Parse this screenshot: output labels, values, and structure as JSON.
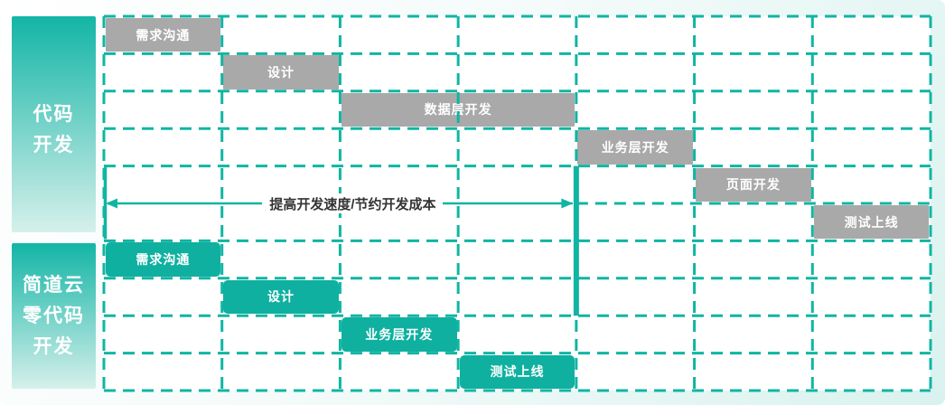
{
  "palette": {
    "grid_teal": "#10b5a3",
    "bar_teal": "#0fb0a0",
    "bar_gray": "#a9a9a9",
    "label_gradient_start": "#13b5a6",
    "label_gradient_end": "#d6f0eb",
    "annotation_text_color": "#333333",
    "background_start": "#ffffff",
    "background_end": "#d9f2ef"
  },
  "chart_data": {
    "type": "gantt",
    "time_axis": {
      "columns": 7,
      "tick_labels_visible": false
    },
    "grid": {
      "style": "dashed",
      "grid_on": true
    },
    "sections": [
      {
        "name": "代码开发",
        "label_lines": [
          "代码",
          "开发"
        ],
        "bar_style": "gray",
        "rows": 6,
        "tasks": [
          {
            "label": "需求沟通",
            "start": 0,
            "duration": 1,
            "row": 0
          },
          {
            "label": "设计",
            "start": 1,
            "duration": 1,
            "row": 1
          },
          {
            "label": "数据层开发",
            "start": 2,
            "duration": 2,
            "row": 2
          },
          {
            "label": "业务层开发",
            "start": 4,
            "duration": 1,
            "row": 3
          },
          {
            "label": "页面开发",
            "start": 5,
            "duration": 1,
            "row": 4
          },
          {
            "label": "测试上线",
            "start": 6,
            "duration": 1,
            "row": 5
          }
        ]
      },
      {
        "name": "简道云零代码开发",
        "label_lines": [
          "简道云",
          "零代码",
          "开发"
        ],
        "bar_style": "teal",
        "rows": 4,
        "tasks": [
          {
            "label": "需求沟通",
            "start": 0,
            "duration": 1,
            "row": 0
          },
          {
            "label": "设计",
            "start": 1,
            "duration": 1,
            "row": 1
          },
          {
            "label": "业务层开发",
            "start": 2,
            "duration": 1,
            "row": 2
          },
          {
            "label": "测试上线",
            "start": 3,
            "duration": 1,
            "row": 3
          }
        ]
      }
    ],
    "annotation": {
      "text": "提高开发速度/节约开发成本",
      "spans_columns": [
        0,
        4
      ]
    }
  }
}
